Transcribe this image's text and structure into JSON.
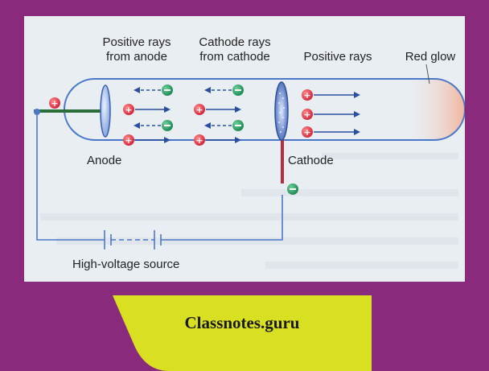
{
  "diagram": {
    "labels": {
      "positive_rays_anode": [
        "Positive rays",
        "from anode"
      ],
      "cathode_rays": [
        "Cathode rays",
        "from cathode"
      ],
      "positive_rays": "Positive rays",
      "red_glow": "Red glow",
      "anode": "Anode",
      "cathode": "Cathode",
      "source": "High-voltage source"
    },
    "colors": {
      "tube_outline": "#4a78c8",
      "proton": "#d6283b",
      "electron": "#1f8a55",
      "arrow": "#2a4fa0",
      "wire_green": "#2c6e3a",
      "wire_red": "#b03040",
      "glow": "#f0b9a0",
      "circuit": "#4a78c8"
    },
    "icons": [
      "plus-sign-icon",
      "minus-sign-icon"
    ]
  },
  "branding": {
    "site": "Classnotes.guru",
    "background": "#8a2a7c",
    "badge_color": "#d9e021"
  }
}
